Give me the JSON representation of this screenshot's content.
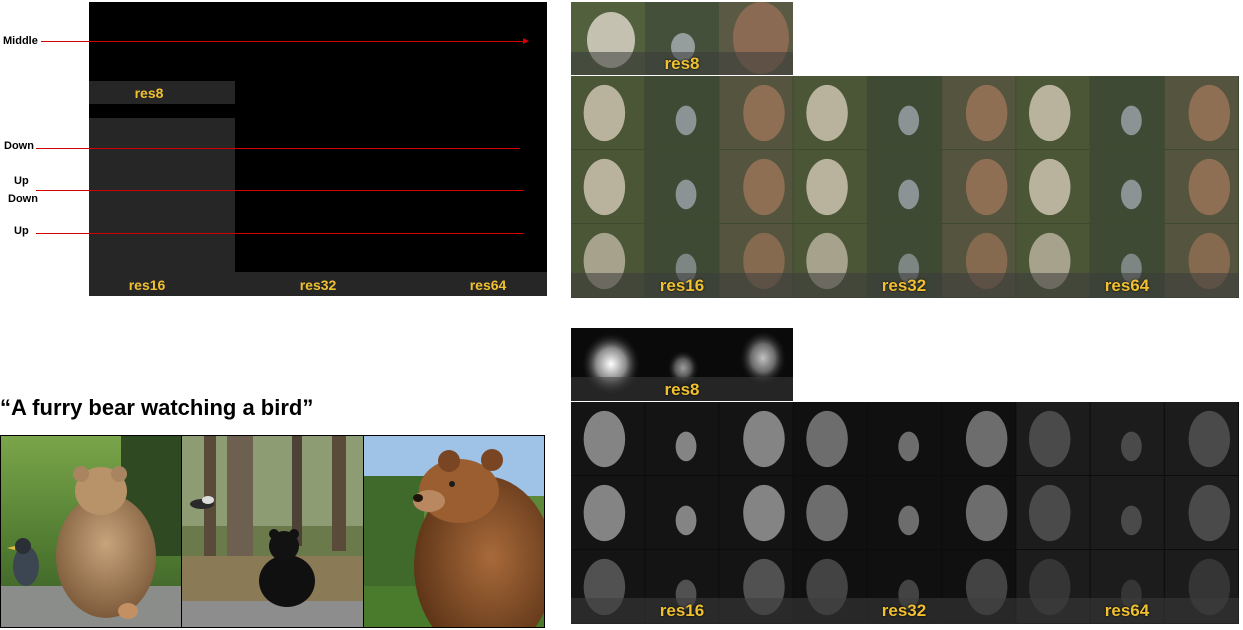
{
  "diagram": {
    "levels": [
      {
        "name": "middle",
        "label": "Middle"
      },
      {
        "name": "down-1",
        "label": "Down"
      },
      {
        "name": "up-1",
        "label": "Up"
      },
      {
        "name": "down-2",
        "label": "Down"
      },
      {
        "name": "up-2",
        "label": "Up"
      }
    ],
    "resolutions": [
      "res8",
      "res16",
      "res32",
      "res64"
    ]
  },
  "prompt": {
    "caption": "“A furry bear watching a bird”"
  },
  "color_grid": {
    "labels": {
      "res8": "res8",
      "res16": "res16",
      "res32": "res32",
      "res64": "res64"
    }
  },
  "heatmap_grid": {
    "labels": {
      "res8": "res8",
      "res16": "res16",
      "res32": "res32",
      "res64": "res64"
    }
  },
  "colors": {
    "label_yellow": "#f0c030",
    "arrow_red": "#d40000",
    "panel_black": "#000000",
    "panel_grey": "#262626"
  }
}
